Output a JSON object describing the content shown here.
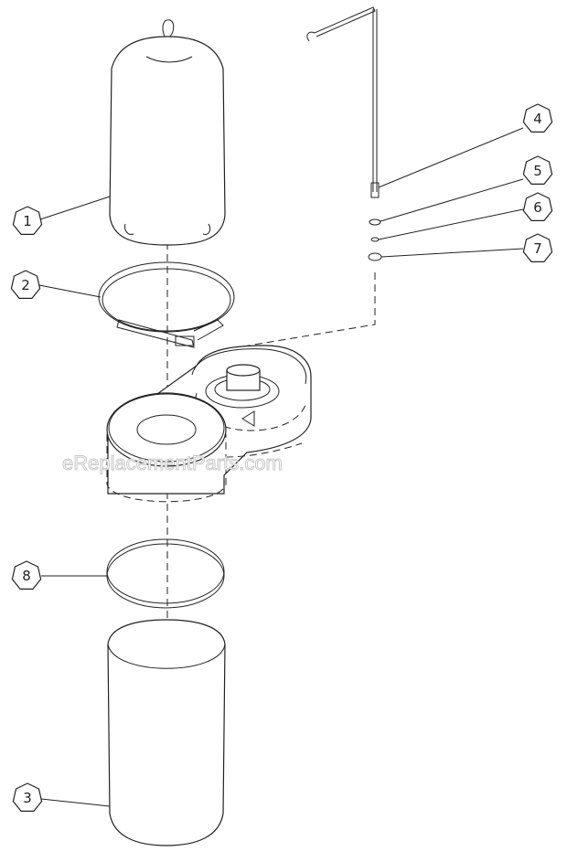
{
  "watermark": "eReplacementParts.com",
  "callouts": [
    {
      "label": "1"
    },
    {
      "label": "2"
    },
    {
      "label": "3"
    },
    {
      "label": "4"
    },
    {
      "label": "5"
    },
    {
      "label": "6"
    },
    {
      "label": "7"
    },
    {
      "label": "8"
    }
  ],
  "colors": {
    "line": "#222222",
    "background": "#ffffff",
    "watermark_outline": "#c8c8c8"
  }
}
